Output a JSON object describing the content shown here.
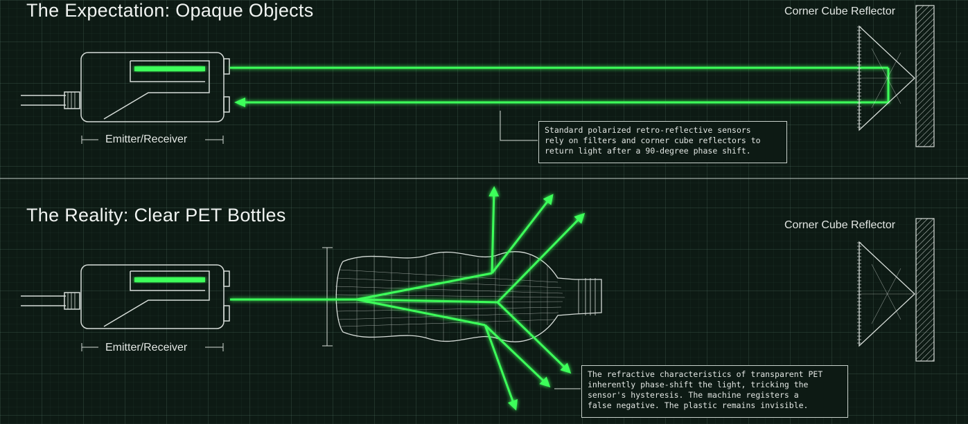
{
  "top_section": {
    "title": "The Expectation: Opaque Objects",
    "reflector_label": "Corner Cube Reflector",
    "device_label": "Emitter/Receiver",
    "note": "Standard polarized retro-reflective sensors\nrely on filters and corner cube reflectors to\nreturn light after a 90-degree phase shift."
  },
  "bottom_section": {
    "title": "The Reality: Clear PET Bottles",
    "reflector_label": "Corner Cube Reflector",
    "device_label": "Emitter/Receiver",
    "note": "The refractive characteristics of transparent PET\ninherently phase-shift the light, tricking the\nsensor's hysteresis. The machine registers a\nfalse negative. The plastic remains invisible."
  },
  "colors": {
    "background": "#0d1a14",
    "beam": "#3dff5a",
    "line": "#d7ddd9"
  }
}
